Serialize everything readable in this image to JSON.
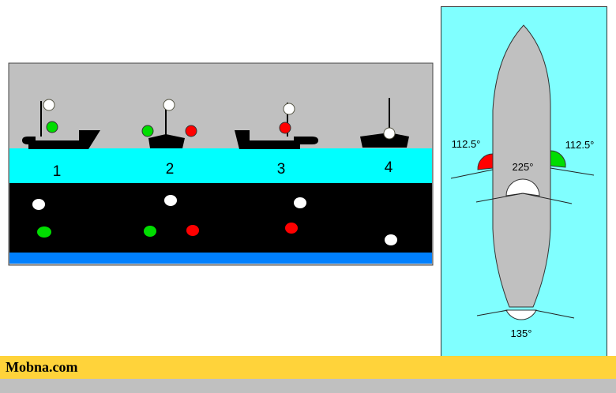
{
  "vessels": [
    {
      "number": "1"
    },
    {
      "number": "2"
    },
    {
      "number": "3"
    },
    {
      "number": "4"
    }
  ],
  "sectors": {
    "port": "112.5°",
    "starboard": "112.5°",
    "masthead": "225°",
    "stern": "135°"
  },
  "footer": {
    "brand": "Mobna.com"
  },
  "colors": {
    "sky": "#c0c0c0",
    "sea": "#00ffff",
    "night": "#000000",
    "deep": "#0080ff",
    "panel": "#80ffff",
    "red": "#ff0000",
    "green": "#00e000",
    "footer": "#ffd33a"
  }
}
